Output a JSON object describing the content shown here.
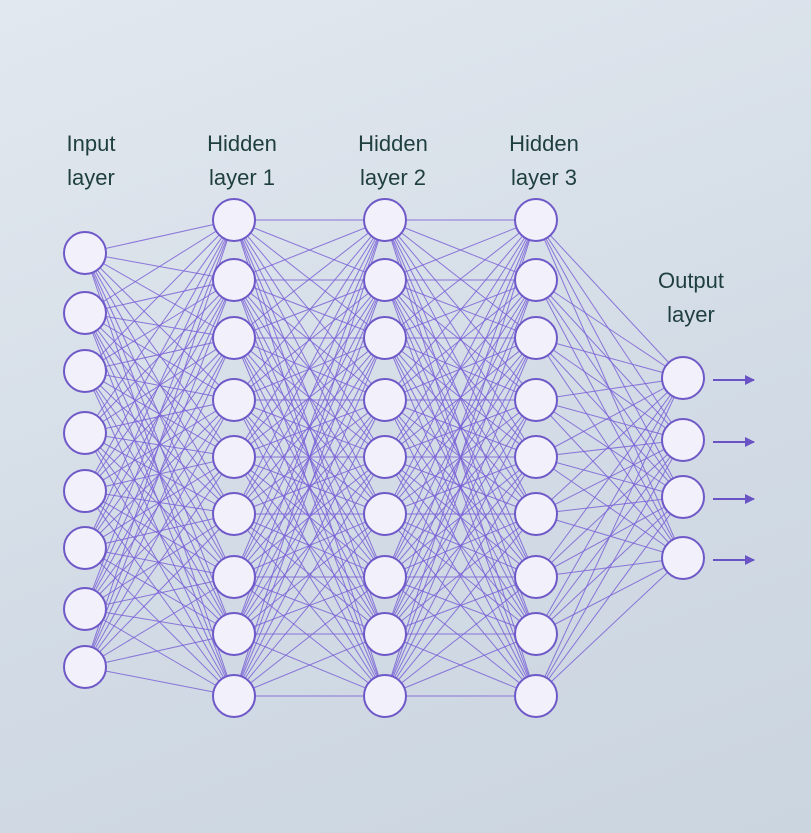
{
  "colors": {
    "edge": "#7a62d6",
    "node_stroke": "#6f58c8",
    "node_fill": "#f2f0fb",
    "arrow": "#6a53c4",
    "label": "#1f3f3f"
  },
  "layers": [
    {
      "line1": "Input",
      "line2": "layer",
      "nodes": 8
    },
    {
      "line1": "Hidden",
      "line2": "layer 1",
      "nodes": 9
    },
    {
      "line1": "Hidden",
      "line2": "layer 2",
      "nodes": 9
    },
    {
      "line1": "Hidden",
      "line2": "layer 3",
      "nodes": 9
    },
    {
      "line1": "Output",
      "line2": "layer",
      "nodes": 4
    }
  ],
  "output_arrows": 4
}
